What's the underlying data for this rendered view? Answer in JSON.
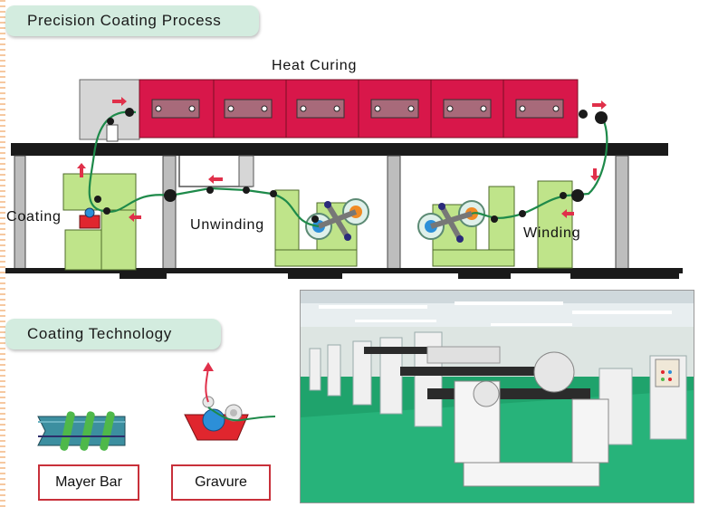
{
  "titles": {
    "process": "Precision Coating Process",
    "technology": "Coating Technology"
  },
  "diagram": {
    "heat_curing": "Heat Curing",
    "coating": "Coating",
    "unwinding": "Unwinding",
    "winding": "Winding"
  },
  "technologies": {
    "mayer_bar": "Mayer Bar",
    "gravure": "Gravure"
  },
  "colors": {
    "oven": "#d8174a",
    "machine": "#bfe48a",
    "web_path": "#1e8a4a",
    "arrow": "#e0304a",
    "tab_bg": "#d3ecdf",
    "box_border": "#c8303a"
  },
  "icons": [
    "flow-arrow-icon",
    "roller-icon",
    "reel-icon"
  ]
}
